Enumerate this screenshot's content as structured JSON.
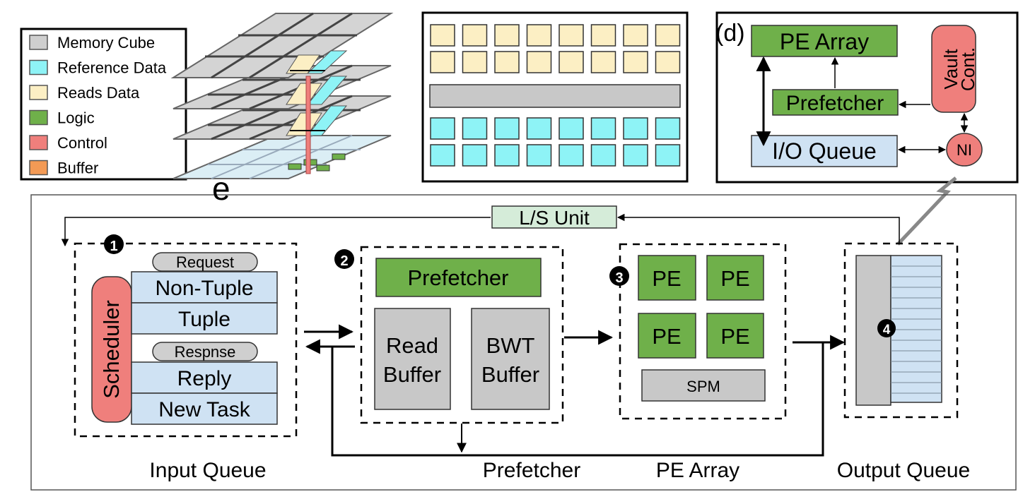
{
  "legend": {
    "items": [
      {
        "label": "Memory Cube",
        "color": "#cfcfcf"
      },
      {
        "label": "Reference Data",
        "color": "#8ef3f6"
      },
      {
        "label": "Reads Data",
        "color": "#fcefc4"
      },
      {
        "label": "Logic",
        "color": "#6fb04a"
      },
      {
        "label": "Control",
        "color": "#ef7f7c"
      },
      {
        "label": "Buffer",
        "color": "#f39a55"
      }
    ]
  },
  "panel_e_label": "e",
  "panel_d": {
    "label": "(d)",
    "pe_array": "PE Array",
    "prefetcher": "Prefetcher",
    "vault_line1": "Vault",
    "vault_line2": "Cont.",
    "io_queue": "I/O Queue",
    "ni": "NI"
  },
  "ls_unit": "L/S Unit",
  "input_queue": {
    "step": "1",
    "request": "Request",
    "non_tuple": "Non-Tuple",
    "tuple": "Tuple",
    "response": "Respnse",
    "reply": "Reply",
    "new_task": "New Task",
    "scheduler": "Scheduler",
    "caption": "Input Queue"
  },
  "prefetcher_unit": {
    "step": "2",
    "prefetcher": "Prefetcher",
    "read_buffer_line1": "Read",
    "read_buffer_line2": "Buffer",
    "bwt_buffer_line1": "BWT",
    "bwt_buffer_line2": "Buffer",
    "caption": "Prefetcher"
  },
  "pe_array_unit": {
    "step": "3",
    "pes": [
      "PE",
      "PE",
      "PE",
      "PE"
    ],
    "spm": "SPM",
    "caption": "PE Array"
  },
  "output_queue": {
    "step": "4",
    "caption": "Output Queue"
  },
  "colors": {
    "gray": "#c8c8c8",
    "blue": "#cfe2f3",
    "green": "#6fb04a",
    "green_light": "#d5ecd9",
    "red": "#ef7f7c",
    "cream": "#fcefc4",
    "cyan": "#8ef3f6"
  }
}
